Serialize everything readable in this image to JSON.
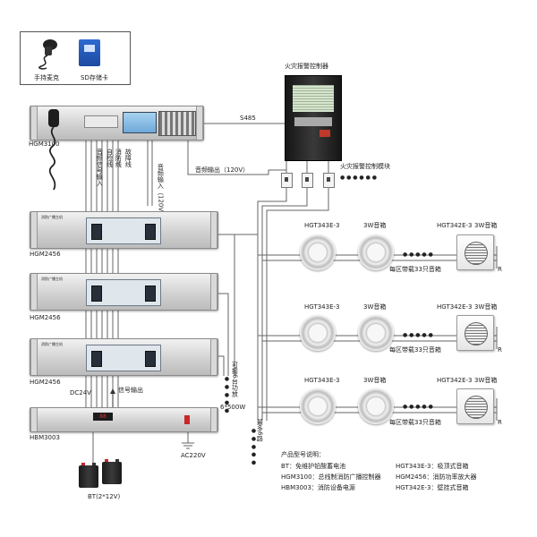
{
  "accessories": {
    "microphone_label": "手持麦克",
    "sdcard_label": "SD存储卡"
  },
  "devices": {
    "controller_model": "HGM3100",
    "amp_model": "HGM2456",
    "amp_models": [
      "HGM2456",
      "HGM2456",
      "HGM2456"
    ],
    "psu_model": "HBM3003",
    "battery_label": "BT(2*12V)",
    "fire_panel_label": "火灾报警控制器",
    "fire_module_label": "火灾报警控制模块",
    "amp_top_label": "消防广播主机"
  },
  "signals": {
    "s485": "S485",
    "audio_out_120v": "音频输出（120V）",
    "audio_in_120v_v": "音频输入（120V）",
    "audio_signal_in_v": "音频信号输入",
    "self_check_v": "自检线",
    "fire_line_v": "消防线",
    "fault_line_v": "故障线",
    "signal_out": "信号输出",
    "dc24v": "DC24V",
    "ac220v": "AC220V",
    "power_500w": "6*500W",
    "cascade_v": "可接6台功放",
    "max_spk_v": "最多6路"
  },
  "zones": [
    {
      "ceiling_model": "HGT343E-3",
      "ceiling_power": "3W音箱",
      "wall_model": "HGT342E-3",
      "wall_power": "3W音箱",
      "note": "每区带载33只音箱",
      "r": "R"
    },
    {
      "ceiling_model": "HGT343E-3",
      "ceiling_power": "3W音箱",
      "wall_model": "HGT342E-3",
      "wall_power": "3W音箱",
      "note": "每区带载33只音箱",
      "r": "R"
    },
    {
      "ceiling_model": "HGT343E-3",
      "ceiling_power": "3W音箱",
      "wall_model": "HGT342E-3",
      "wall_power": "3W音箱",
      "note": "每区带载33只音箱",
      "r": "R"
    }
  ],
  "legend": {
    "title": "产品型号说明：",
    "items": [
      "BT：免维护铅酸蓄电池",
      "HGM3100：总线制消防广播控制器",
      "HBM3003：消防设备电源",
      "HGT343E-3：吸顶式音箱",
      "HGM2456：消防功率放大器",
      "HGT342E-3：壁挂式音箱"
    ]
  },
  "colors": {
    "panel_red": "#c0392b",
    "lcd_blue": "#7fb8e6",
    "sd_blue": "#2457b5",
    "wire": "#555555"
  }
}
